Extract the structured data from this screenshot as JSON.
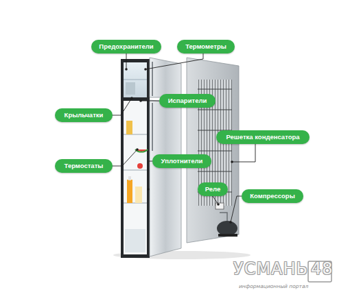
{
  "diagram": {
    "nodes": [
      {
        "text": [
          "Предохранители"
        ]
      },
      {
        "text": [
          "Термометры"
        ]
      },
      {
        "text": [
          "Крыльчатки"
        ]
      },
      {
        "text": [
          "Испарители"
        ]
      },
      {
        "text": [
          "Термостаты"
        ]
      },
      {
        "text": [
          "Уплотнители"
        ]
      },
      {
        "text": [
          "Решетка конденсатора"
        ]
      },
      {
        "text": [
          "Реле"
        ]
      },
      {
        "text": [
          "Компрессоры"
        ]
      }
    ],
    "labels": [
      "УСМАНЬ",
      "48",
      "информационный портал"
    ]
  }
}
